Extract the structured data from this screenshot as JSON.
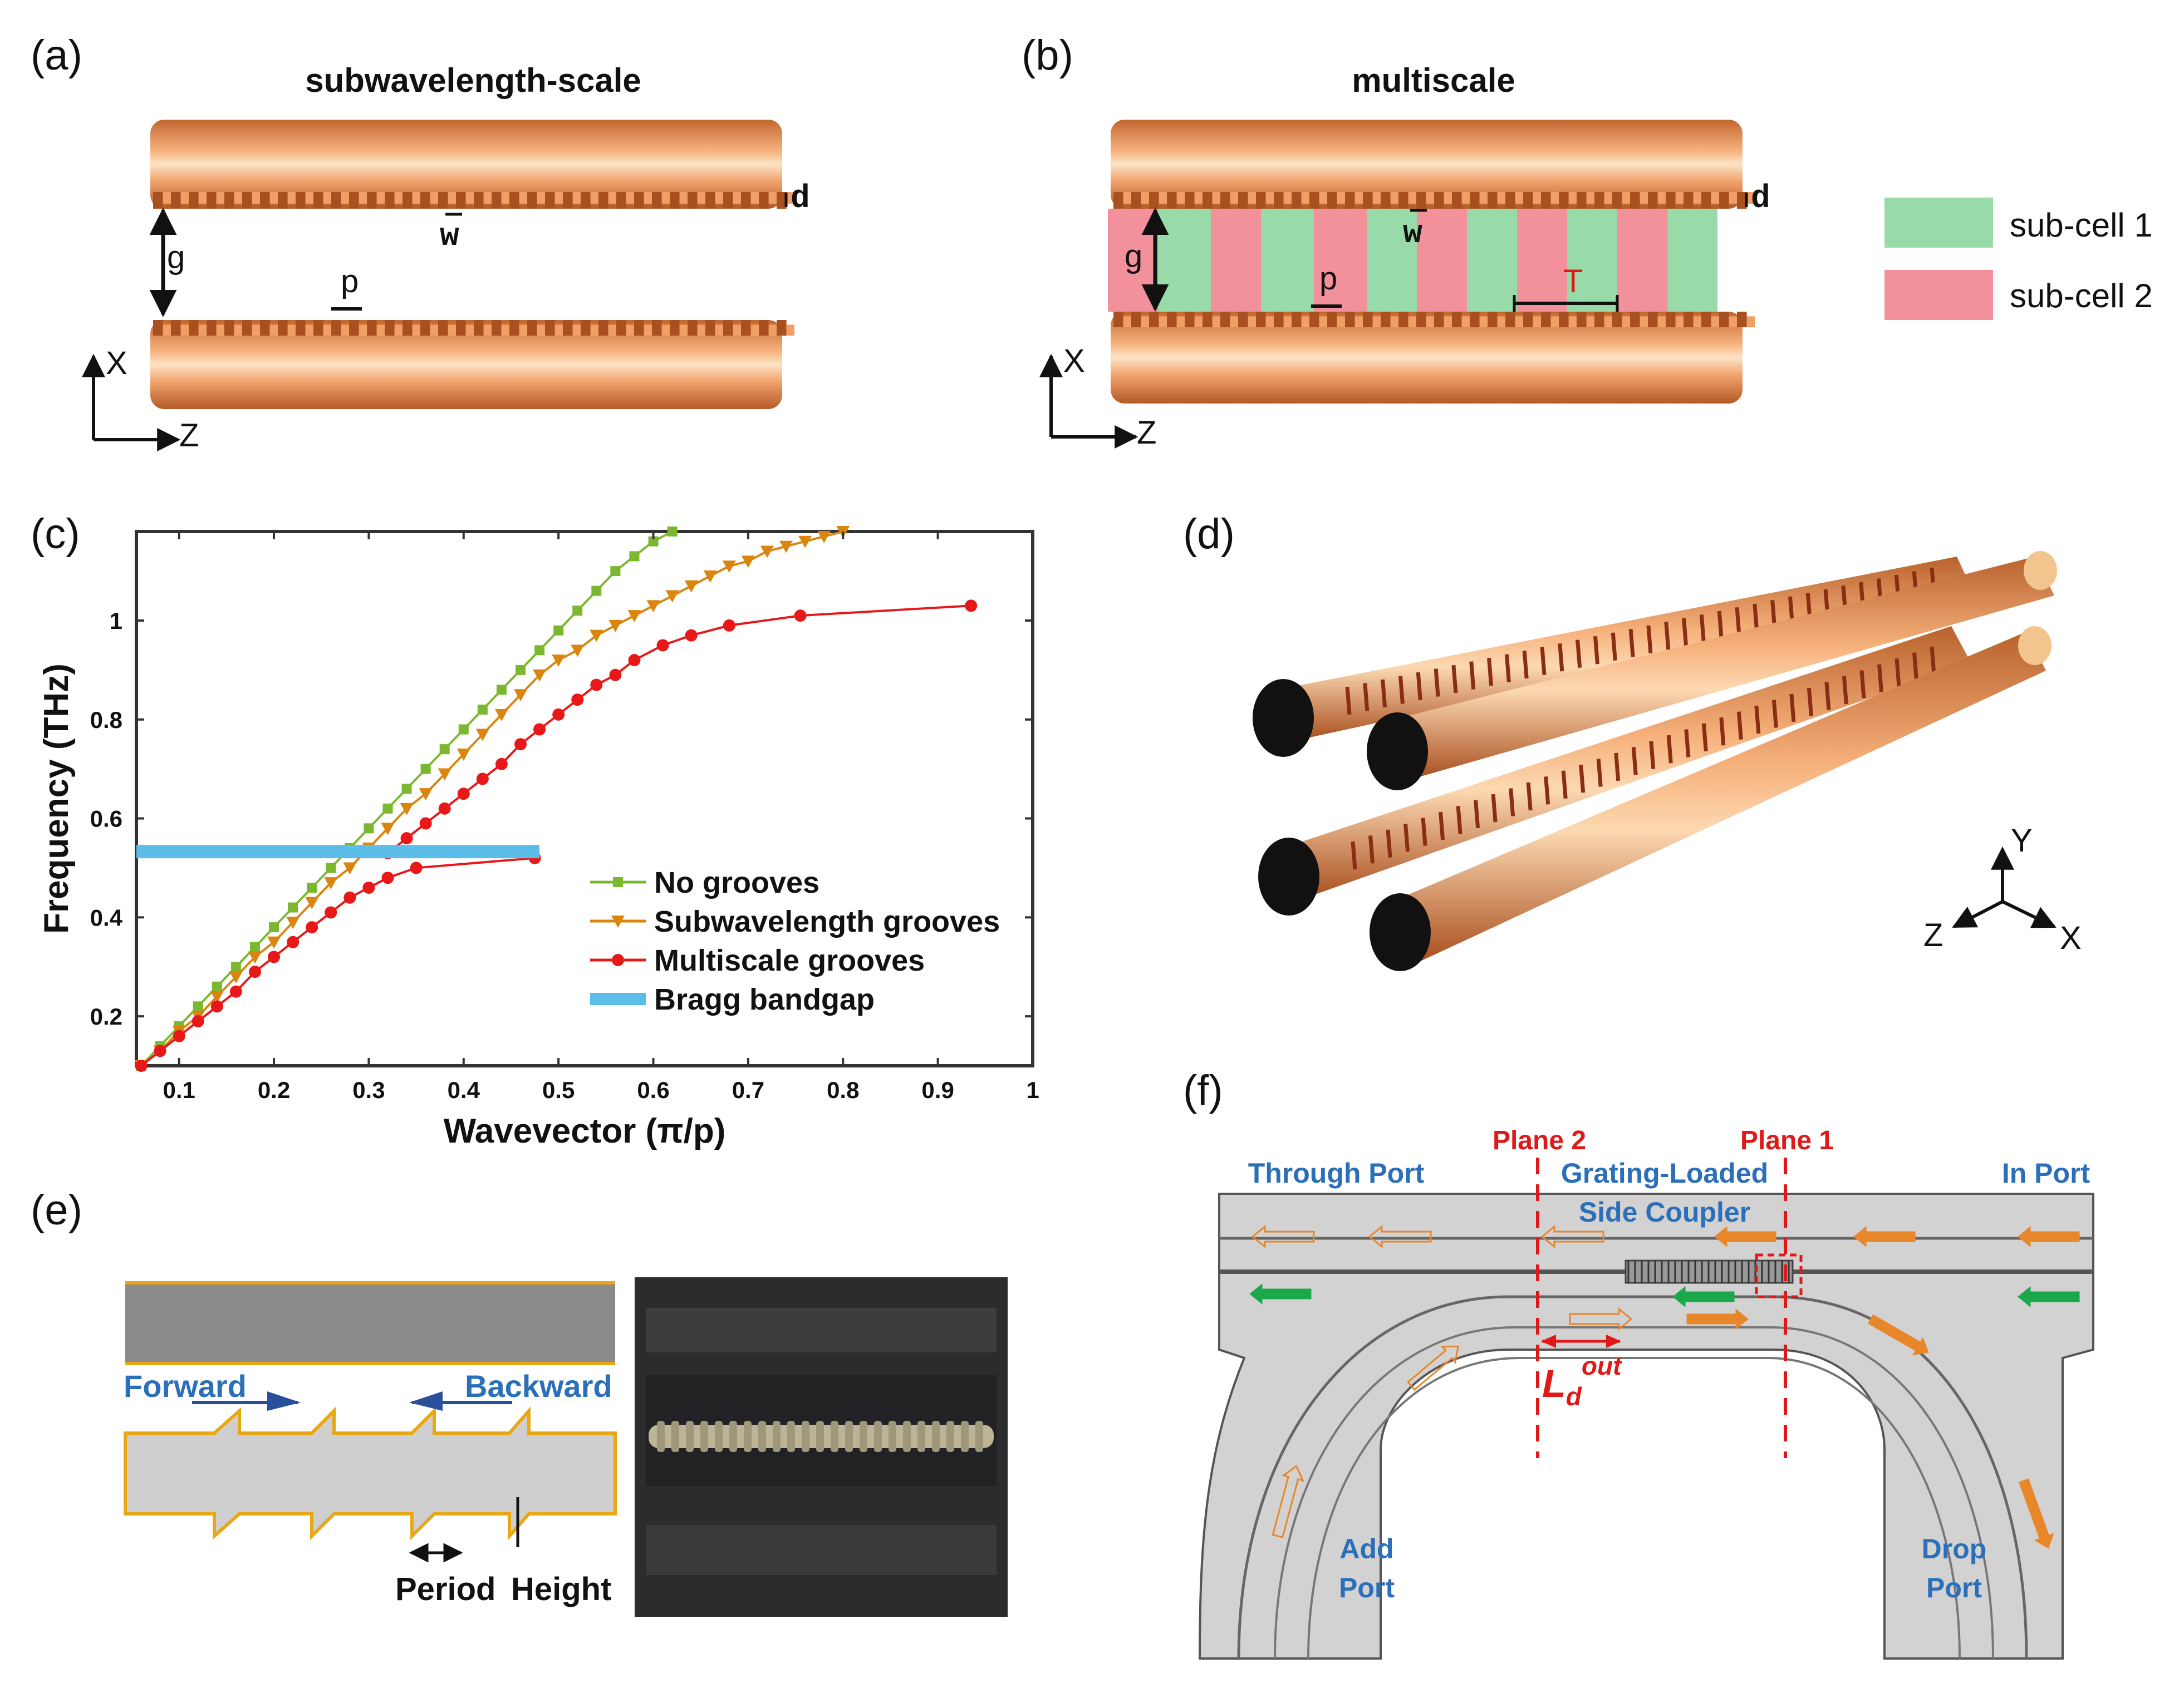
{
  "panels": {
    "a": {
      "label": "(a)",
      "title": "subwavelength-scale",
      "dims": {
        "d": "d",
        "w": "w",
        "g": "g",
        "p": "p"
      },
      "axes": {
        "x": "X",
        "z": "Z"
      }
    },
    "b": {
      "label": "(b)",
      "title": "multiscale",
      "dims": {
        "d": "d",
        "w": "w",
        "g": "g",
        "p": "p",
        "T": "T"
      },
      "axes": {
        "x": "X",
        "z": "Z"
      },
      "legend": [
        {
          "name": "sub-cell 1",
          "color": "#98dba8"
        },
        {
          "name": "sub-cell 2",
          "color": "#f2909c"
        }
      ]
    },
    "c": {
      "label": "(c)"
    },
    "d": {
      "label": "(d)",
      "axes": {
        "y": "Y",
        "z": "Z",
        "x": "X"
      }
    },
    "e": {
      "label": "(e)",
      "forward": "Forward",
      "backward": "Backward",
      "period": "Period",
      "height": "Height"
    },
    "f": {
      "label": "(f)",
      "plane1": "Plane 1",
      "plane2": "Plane 2",
      "through_port": "Through Port",
      "coupler_line1": "Grating-Loaded",
      "coupler_line2": "Side Coupler",
      "in_port": "In Port",
      "add_line1": "Add",
      "add_line2": "Port",
      "drop_line1": "Drop",
      "drop_line2": "Port",
      "ld_main": "L",
      "ld_sub": "d",
      "ld_sup": "out"
    }
  },
  "colors": {
    "copper": "#e8884a",
    "no_grooves": "#7cb82f",
    "subwavelength": "#d9850e",
    "multiscale": "#e81818",
    "bragg": "#5bbde8",
    "port_text": "#2a6fb8",
    "plane": "#e01818"
  },
  "chart_data": {
    "type": "line",
    "xlabel": "Wavevector (π/p)",
    "ylabel": "Frequency (THz)",
    "xlim": [
      0.055,
      1.0
    ],
    "ylim": [
      0.1,
      1.18
    ],
    "xticks": [
      0.1,
      0.2,
      0.3,
      0.4,
      0.5,
      0.6,
      0.7,
      0.8,
      0.9,
      1
    ],
    "xticklabels": [
      "0.1",
      "0.2",
      "0.3",
      "0.4",
      "0.5",
      "0.6",
      "0.7",
      "0.8",
      "0.9",
      "1"
    ],
    "yticks": [
      0.2,
      0.4,
      0.6,
      0.8,
      1
    ],
    "yticklabels": [
      "0.2",
      "0.4",
      "0.6",
      "0.8",
      "1"
    ],
    "legend_position": "lower-right",
    "series": [
      {
        "name": "No grooves",
        "marker": "square",
        "color": "#7cb82f",
        "x": [
          0.06,
          0.08,
          0.1,
          0.12,
          0.14,
          0.16,
          0.18,
          0.2,
          0.22,
          0.24,
          0.26,
          0.28,
          0.3,
          0.32,
          0.34,
          0.36,
          0.38,
          0.4,
          0.42,
          0.44,
          0.46,
          0.48,
          0.5,
          0.52,
          0.54,
          0.56,
          0.58,
          0.6,
          0.62
        ],
        "y": [
          0.1,
          0.14,
          0.18,
          0.22,
          0.26,
          0.3,
          0.34,
          0.38,
          0.42,
          0.46,
          0.5,
          0.54,
          0.58,
          0.62,
          0.66,
          0.7,
          0.74,
          0.78,
          0.82,
          0.86,
          0.9,
          0.94,
          0.98,
          1.02,
          1.06,
          1.1,
          1.13,
          1.16,
          1.18
        ]
      },
      {
        "name": "Subwavelength grooves",
        "marker": "triangle-down",
        "color": "#d9850e",
        "x": [
          0.06,
          0.08,
          0.1,
          0.12,
          0.14,
          0.16,
          0.18,
          0.2,
          0.22,
          0.24,
          0.26,
          0.28,
          0.3,
          0.32,
          0.34,
          0.36,
          0.38,
          0.4,
          0.42,
          0.44,
          0.46,
          0.48,
          0.5,
          0.52,
          0.54,
          0.56,
          0.58,
          0.6,
          0.62,
          0.64,
          0.66,
          0.68,
          0.7,
          0.72,
          0.74,
          0.76,
          0.78,
          0.8
        ],
        "y": [
          0.1,
          0.13,
          0.17,
          0.2,
          0.24,
          0.28,
          0.32,
          0.35,
          0.39,
          0.43,
          0.47,
          0.5,
          0.54,
          0.58,
          0.62,
          0.65,
          0.69,
          0.73,
          0.77,
          0.81,
          0.85,
          0.89,
          0.92,
          0.94,
          0.97,
          0.99,
          1.01,
          1.03,
          1.05,
          1.07,
          1.09,
          1.11,
          1.12,
          1.14,
          1.15,
          1.16,
          1.17,
          1.18
        ]
      },
      {
        "name": "Multiscale grooves",
        "marker": "circle",
        "color": "#e81818",
        "x": [
          0.06,
          0.08,
          0.1,
          0.12,
          0.14,
          0.16,
          0.18,
          0.2,
          0.22,
          0.24,
          0.26,
          0.28,
          0.3,
          0.32,
          0.35,
          0.475,
          0.32,
          0.34,
          0.36,
          0.38,
          0.4,
          0.42,
          0.44,
          0.46,
          0.48,
          0.5,
          0.52,
          0.54,
          0.56,
          0.58,
          0.61,
          0.64,
          0.68,
          0.755,
          0.935
        ],
        "y": [
          0.1,
          0.13,
          0.16,
          0.19,
          0.22,
          0.25,
          0.29,
          0.32,
          0.35,
          0.38,
          0.41,
          0.44,
          0.46,
          0.48,
          0.5,
          0.52,
          0.53,
          0.56,
          0.59,
          0.62,
          0.65,
          0.68,
          0.71,
          0.75,
          0.78,
          0.81,
          0.84,
          0.87,
          0.89,
          0.92,
          0.95,
          0.97,
          0.99,
          1.01,
          1.03
        ],
        "segments": [
          [
            0,
            15
          ],
          [
            16,
            34
          ]
        ]
      },
      {
        "name": "Bragg bandgap",
        "marker": "band",
        "color": "#5bbde8",
        "x": [
          0.055,
          0.48
        ],
        "y": [
          0.533,
          0.533
        ]
      }
    ]
  }
}
